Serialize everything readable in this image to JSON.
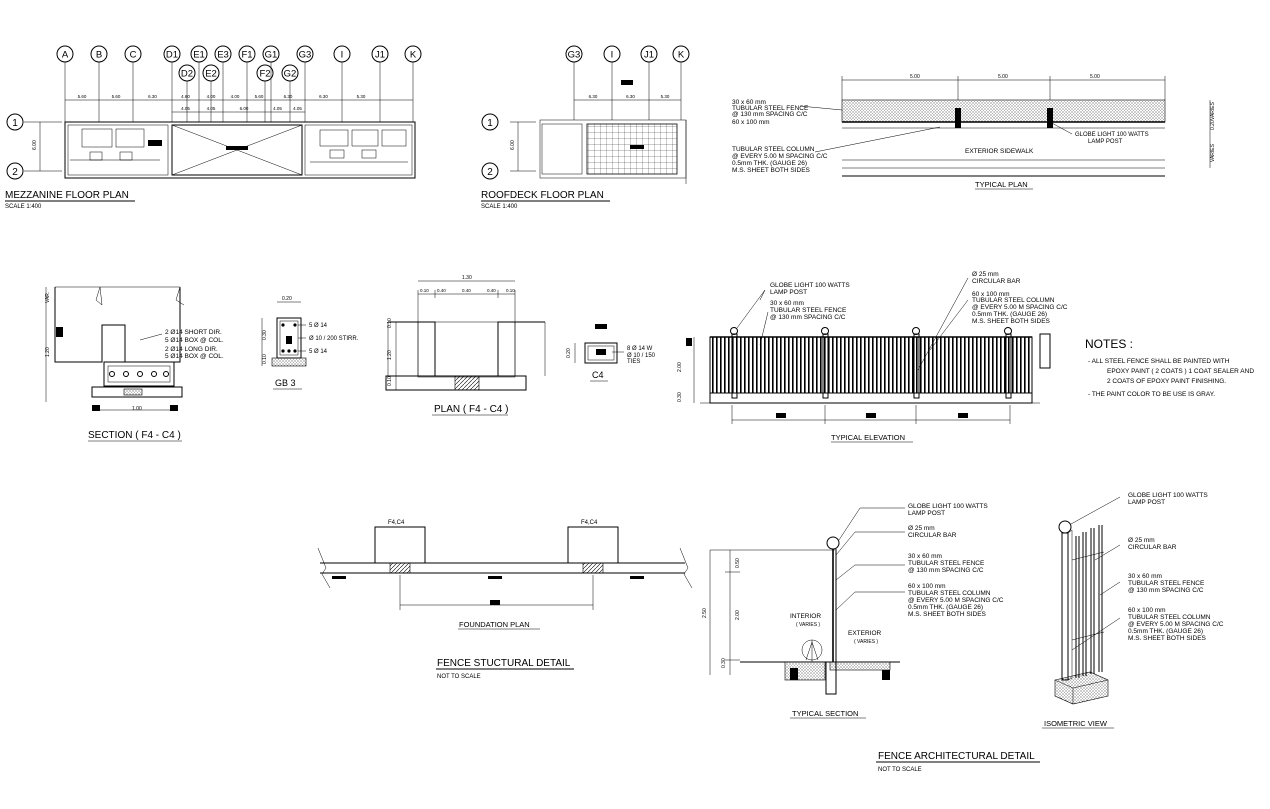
{
  "mezzanine": {
    "grid_top": [
      "A",
      "B",
      "C",
      "D1",
      "E1",
      "E3",
      "F1",
      "G1",
      "G3",
      "I",
      "J1",
      "K"
    ],
    "grid_sub": [
      "D2",
      "E2",
      "F2",
      "G2"
    ],
    "rows": [
      "1",
      "2"
    ],
    "dims_top": [
      "5.60",
      "5.60",
      "6.30",
      "4.60",
      "4.00",
      "4.00",
      "5.60",
      "6.30",
      "6.30",
      "5.30"
    ],
    "dims_sub": [
      "4.05",
      "4.05",
      "6.00",
      "4.05",
      "4.05"
    ],
    "dim_side": "6.00",
    "title": "MEZZANINE FLOOR PLAN",
    "scale": "SCALE 1:400"
  },
  "roofdeck": {
    "grid_top": [
      "G3",
      "I",
      "J1",
      "K"
    ],
    "rows": [
      "1",
      "2"
    ],
    "dims_top": [
      "6.30",
      "6.30",
      "5.30"
    ],
    "dim_side": "6.00",
    "title": "ROOFDECK FLOOR PLAN",
    "scale": "SCALE 1:400"
  },
  "typical_plan": {
    "dims": [
      "5.00",
      "5.00",
      "5.00"
    ],
    "left_notes": [
      "30 x 60 mm",
      "TUBULAR STEEL FENCE",
      "@ 130 mm SPACING C/C",
      "60 x 100 mm"
    ],
    "col_notes": [
      "TUBULAR STEEL COLUMN",
      "@ EVERY 5.00 M SPACING C/C",
      "0.5mm THK. (GAUGE 26)",
      "M.S. SHEET BOTH SIDES"
    ],
    "sidewalk": "EXTERIOR SIDEWALK",
    "globe": [
      "GLOBE LIGHT 100 WATTS",
      "LAMP POST"
    ],
    "side_dims": [
      "VARIES",
      "0.20",
      "VARIES"
    ],
    "title": "TYPICAL PLAN"
  },
  "section_f4": {
    "rebar": [
      "2 Ø14 SHORT DIR.",
      "5 Ø14 BOX @ COL.",
      "2 Ø14 LONG DIR.",
      "5 Ø14 BOX @ COL."
    ],
    "dims": [
      "VAR.",
      "1.20",
      "1.00"
    ],
    "title": "SECTION ( F4 - C4 )"
  },
  "gb3": {
    "notes": [
      "5 Ø 14",
      "Ø 10 / 200 STIRR.",
      "5 Ø 14"
    ],
    "dims": [
      "0.20",
      "0.30",
      "0.10"
    ],
    "title": "GB 3"
  },
  "plan_f4": {
    "top": "1.30",
    "dims": [
      "0.10",
      "0.40",
      "0.40",
      "0.40",
      "0.10"
    ],
    "side": [
      "0.10",
      "1.20",
      "0.10"
    ],
    "title": "PLAN ( F4 - C4 )"
  },
  "c4": {
    "notes": [
      "8 Ø 14 W",
      "Ø 10 / 150",
      "TIES"
    ],
    "dim": "0.20",
    "title": "C4"
  },
  "elevation": {
    "globe": [
      "GLOBE LIGHT 100 WATTS",
      "LAMP POST"
    ],
    "fence": [
      "30 x 60 mm",
      "TUBULAR STEEL FENCE",
      "@ 130 mm SPACING C/C"
    ],
    "bar": [
      "Ø 25 mm",
      "CIRCULAR BAR"
    ],
    "col": [
      "60 x 100 mm",
      "TUBULAR STEEL COLUMN",
      "@ EVERY 5.00 M SPACING C/C",
      "0.5mm THK. (GAUGE 26)",
      "M.S. SHEET BOTH SIDES"
    ],
    "dims": [
      "2.00",
      "0.30"
    ],
    "title": "TYPICAL ELEVATION"
  },
  "notes": {
    "heading": "NOTES :",
    "lines": [
      "-  ALL STEEL FENCE SHALL BE PAINTED WITH",
      "EPOXY PAINT ( 2 COATS ) 1 COAT SEALER AND",
      "2 COATS OF EPOXY PAINT FINISHING.",
      "-  THE PAINT COLOR TO BE USE IS GRAY."
    ]
  },
  "foundation": {
    "labels": [
      "F4,C4",
      "F4,C4"
    ],
    "title": "FOUNDATION PLAN"
  },
  "structural": {
    "title": "FENCE STUCTURAL DETAIL",
    "scale": "NOT TO SCALE"
  },
  "typical_section": {
    "globe": [
      "GLOBE LIGHT 100 WATTS",
      "LAMP POST"
    ],
    "bar": [
      "Ø 25 mm",
      "CIRCULAR BAR"
    ],
    "fence": [
      "30 x 60 mm",
      "TUBULAR STEEL FENCE",
      "@ 130 mm SPACING C/C"
    ],
    "col": [
      "60 x 100 mm",
      "TUBULAR STEEL COLUMN",
      "@ EVERY 5.00 M SPACING C/C",
      "0.5mm THK. (GAUGE 26)",
      "M.S. SHEET BOTH SIDES"
    ],
    "interior": [
      "INTERIOR",
      "( VARIES )"
    ],
    "exterior": [
      "EXTERIOR",
      "( VARIES )"
    ],
    "dims": [
      "2.50",
      "0.50",
      "2.00",
      "0.30"
    ],
    "title": "TYPICAL SECTION"
  },
  "isometric": {
    "globe": [
      "GLOBE LIGHT 100 WATTS",
      "LAMP POST"
    ],
    "bar": [
      "Ø 25 mm",
      "CIRCULAR BAR"
    ],
    "fence": [
      "30 x 60 mm",
      "TUBULAR STEEL FENCE",
      "@ 130 mm SPACING C/C"
    ],
    "col": [
      "60 x 100 mm",
      "TUBULAR STEEL COLUMN",
      "@ EVERY 5.00 M SPACING C/C",
      "0.5mm THK. (GAUGE 26)",
      "M.S. SHEET BOTH SIDES"
    ],
    "title": "ISOMETRIC VIEW"
  },
  "architectural": {
    "title": "FENCE ARCHITECTURAL DETAIL",
    "scale": "NOT TO SCALE"
  }
}
